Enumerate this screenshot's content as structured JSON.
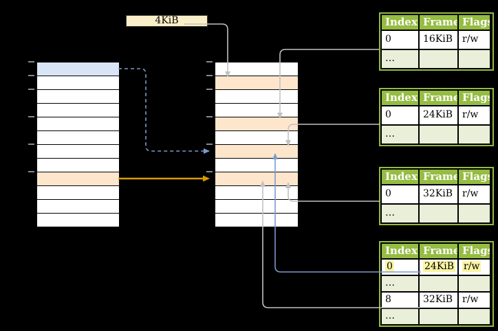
{
  "diagram": {
    "size_label": "4KiB",
    "colors": {
      "header_green": "#95BC43",
      "dots_row_green": "#E9EFD9",
      "cell_peach": "#FEE6CC",
      "cell_blue": "#D9E5F6",
      "highlight_yellow": "#FBF5A3",
      "connector_gray": "#C2C2C2",
      "connector_blue": "#7A9BCC",
      "connector_orange": "#D79B00"
    },
    "memory_columns": {
      "left": {
        "row_count": 12,
        "blue_rows": [
          1
        ],
        "peach_rows": [
          9
        ]
      },
      "middle": {
        "row_count": 12,
        "peach_rows": [
          2,
          5,
          7,
          9
        ]
      }
    },
    "page_tables": [
      {
        "header": {
          "index": "Index",
          "frame": "Frame",
          "flags": "Flags"
        },
        "row1": {
          "index": "0",
          "frame": "16KiB",
          "flags": "r/w"
        },
        "row2": {
          "index": "…",
          "frame": "",
          "flags": ""
        }
      },
      {
        "header": {
          "index": "Index",
          "frame": "Frame",
          "flags": "Flags"
        },
        "row1": {
          "index": "0",
          "frame": "24KiB",
          "flags": "r/w"
        },
        "row2": {
          "index": "…",
          "frame": "",
          "flags": ""
        }
      },
      {
        "header": {
          "index": "Index",
          "frame": "Frame",
          "flags": "Flags"
        },
        "row1": {
          "index": "0",
          "frame": "32KiB",
          "flags": "r/w"
        },
        "row2": {
          "index": "…",
          "frame": "",
          "flags": ""
        }
      },
      {
        "header": {
          "index": "Index",
          "frame": "Frame",
          "flags": "Flags"
        },
        "row1": {
          "index": "0",
          "frame": "24KiB",
          "flags": "r/w",
          "highlighted": true
        },
        "row2": {
          "index": "…",
          "frame": "",
          "flags": ""
        },
        "row3": {
          "index": "8",
          "frame": "32KiB",
          "flags": "r/w"
        },
        "row4": {
          "index": "…",
          "frame": "",
          "flags": ""
        }
      }
    ]
  }
}
